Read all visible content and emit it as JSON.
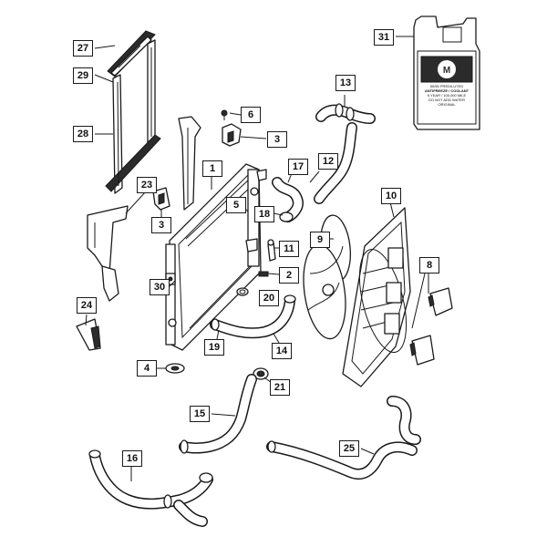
{
  "diagram": {
    "callouts": [
      {
        "id": "c27",
        "label": "27"
      },
      {
        "id": "c29",
        "label": "29"
      },
      {
        "id": "c28",
        "label": "28"
      },
      {
        "id": "c6",
        "label": "6"
      },
      {
        "id": "c3a",
        "label": "3"
      },
      {
        "id": "c1",
        "label": "1"
      },
      {
        "id": "c23",
        "label": "23"
      },
      {
        "id": "c3b",
        "label": "3"
      },
      {
        "id": "c5",
        "label": "5"
      },
      {
        "id": "c18",
        "label": "18"
      },
      {
        "id": "c17",
        "label": "17"
      },
      {
        "id": "c12",
        "label": "12"
      },
      {
        "id": "c13",
        "label": "13"
      },
      {
        "id": "c31",
        "label": "31"
      },
      {
        "id": "c10",
        "label": "10"
      },
      {
        "id": "c9",
        "label": "9"
      },
      {
        "id": "c11",
        "label": "11"
      },
      {
        "id": "c2",
        "label": "2"
      },
      {
        "id": "c8",
        "label": "8"
      },
      {
        "id": "c24",
        "label": "24"
      },
      {
        "id": "c30",
        "label": "30"
      },
      {
        "id": "c20",
        "label": "20"
      },
      {
        "id": "c19",
        "label": "19"
      },
      {
        "id": "c14",
        "label": "14"
      },
      {
        "id": "c4",
        "label": "4"
      },
      {
        "id": "c21",
        "label": "21"
      },
      {
        "id": "c15",
        "label": "15"
      },
      {
        "id": "c16",
        "label": "16"
      },
      {
        "id": "c25",
        "label": "25"
      }
    ],
    "coolant_jug": {
      "brand": "MOPAR",
      "line1": "50/50 PREDILUTED",
      "line2": "ANTIFREEZE / COOLANT",
      "line3": "5 YEAR / 100,000 MILE",
      "line4": "DO NOT ADD WATER",
      "line5": "ORIGINAL"
    }
  }
}
